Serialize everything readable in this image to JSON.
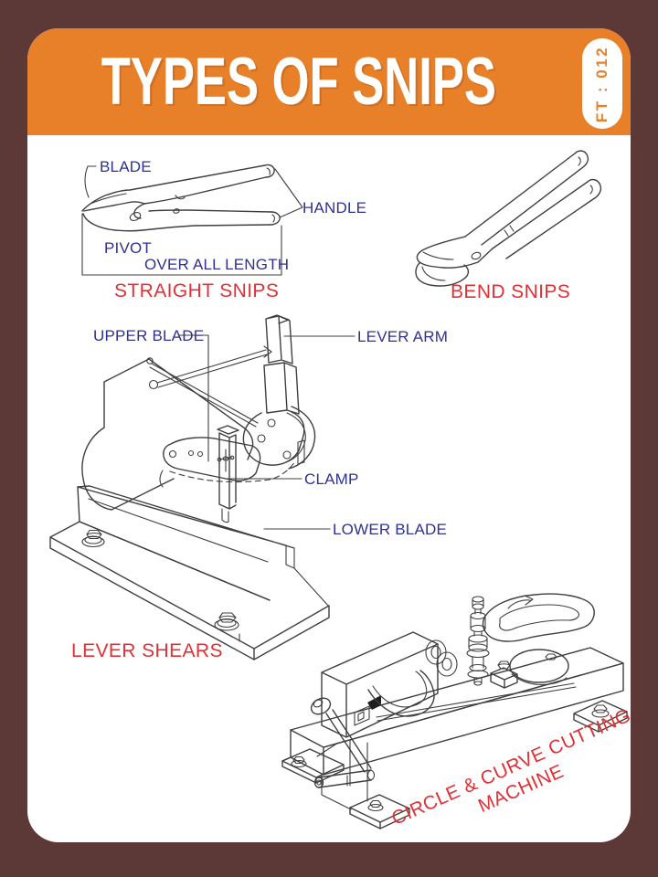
{
  "header": {
    "title": "TYPES OF SNIPS",
    "badge": "FT : 012"
  },
  "straight_snips": {
    "caption": "STRAIGHT SNIPS",
    "labels": {
      "blade": "BLADE",
      "handle": "HANDLE",
      "pivot": "PIVOT",
      "overall_length": "OVER ALL LENGTH"
    }
  },
  "bend_snips": {
    "caption": "BEND SNIPS"
  },
  "lever_shears": {
    "caption": "LEVER SHEARS",
    "labels": {
      "upper_blade": "UPPER BLADE",
      "lever_arm": "LEVER ARM",
      "clamp": "CLAMP",
      "lower_blade": "LOWER BLADE"
    }
  },
  "circle_machine": {
    "caption_line1": "CIRCLE & CURVE CUTTING",
    "caption_line2": "MACHINE"
  },
  "colors": {
    "background_maroon": "#5c3836",
    "header_orange": "#e8802a",
    "label_navy": "#2e3192",
    "caption_red": "#e03136",
    "line_art": "#3f3f3f",
    "panel_white": "#ffffff"
  }
}
